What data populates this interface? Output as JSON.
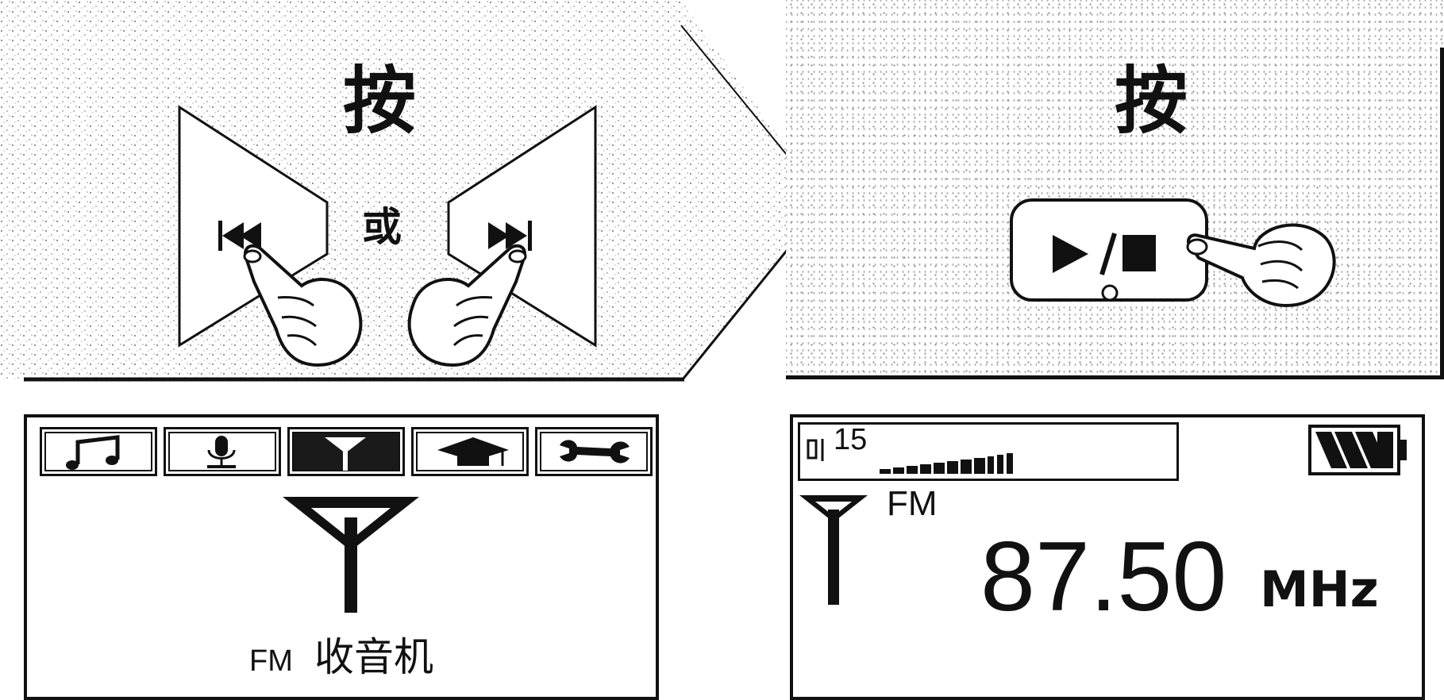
{
  "step1": {
    "press_label": "按",
    "or_label": "或",
    "buttons": [
      {
        "icon": "skip-back-icon"
      },
      {
        "icon": "skip-forward-icon"
      }
    ]
  },
  "step2": {
    "press_label": "按",
    "button": {
      "icon": "play-stop-icon",
      "label": "▶/■"
    }
  },
  "menu_screen": {
    "tabs": [
      {
        "icon": "music-note-icon",
        "active": false
      },
      {
        "icon": "microphone-icon",
        "active": false
      },
      {
        "icon": "antenna-icon",
        "active": true
      },
      {
        "icon": "graduation-cap-icon",
        "active": false
      },
      {
        "icon": "wrench-icon",
        "active": false
      }
    ],
    "caption_prefix": "FM",
    "caption": "收音机"
  },
  "radio_screen": {
    "volume": "15",
    "volume_level": 0.85,
    "battery_level": 1.0,
    "band": "FM",
    "frequency": "87.50",
    "unit": "MHz"
  }
}
